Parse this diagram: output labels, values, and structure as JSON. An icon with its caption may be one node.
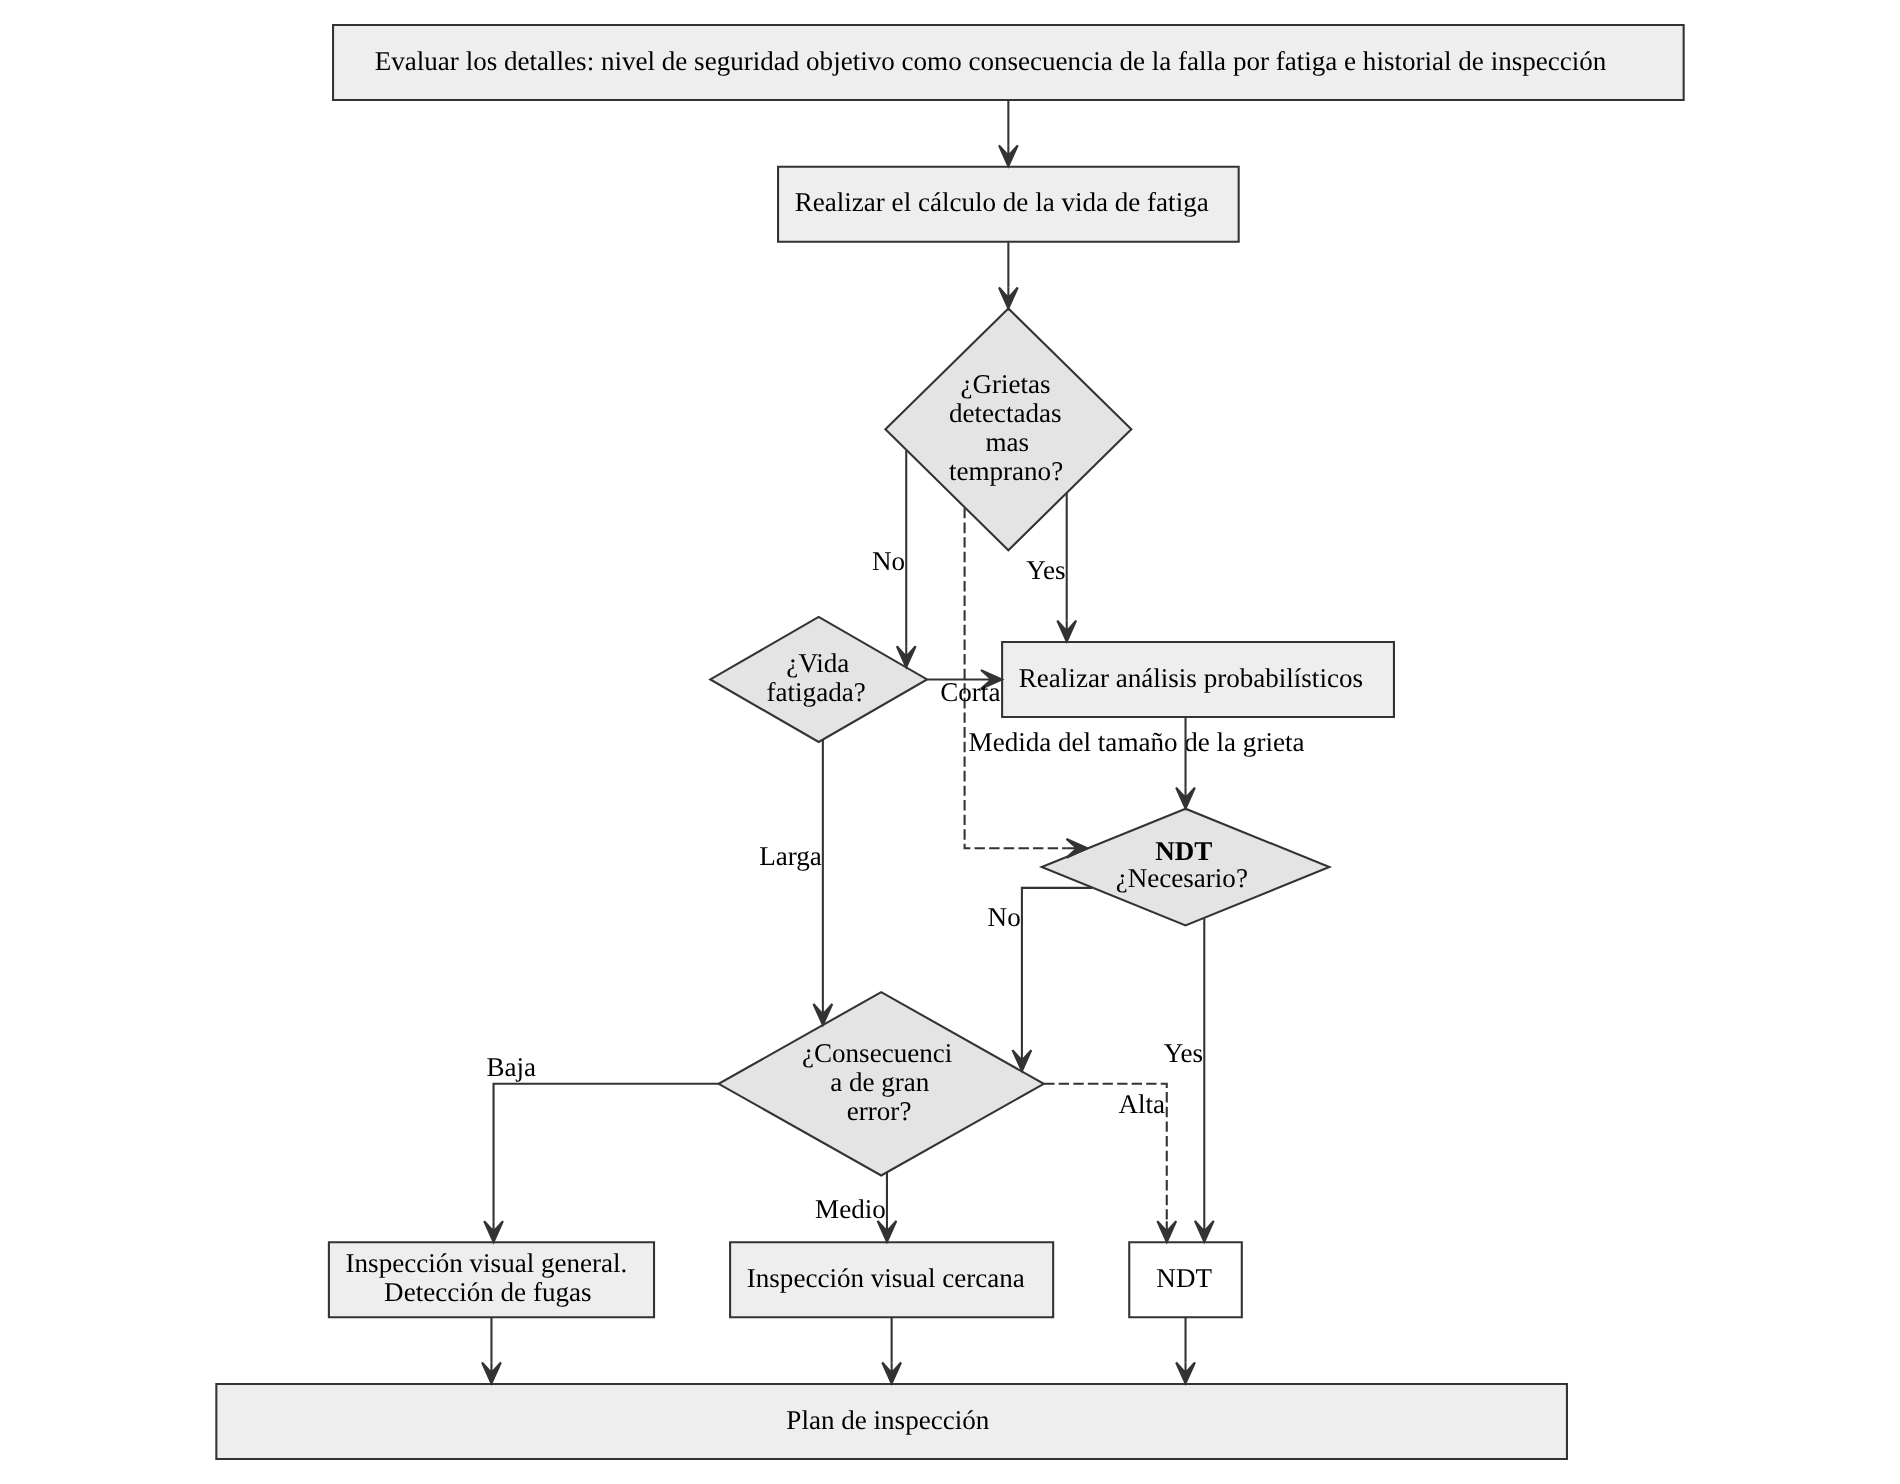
{
  "diagram": {
    "nodes": [
      {
        "text": [
          "Evaluar los detalles: nivel de seguridad objetivo como consecuencia de la falla por fatiga e historial de inspección"
        ]
      },
      {
        "text": [
          "Realizar el cálculo de la vida de fatiga"
        ]
      },
      {
        "text": [
          "¿Grietas detectadas mas temprano?"
        ]
      },
      {
        "text": [
          "¿Vida fatigada?"
        ]
      },
      {
        "text": [
          "Realizar análisis probabilísticos"
        ]
      },
      {
        "text": [
          "NDT",
          "¿Necesario?"
        ]
      },
      {
        "text": [
          "¿Consecuenci a de gran error?"
        ]
      },
      {
        "text": [
          "Inspección visual general. Detección de fugas"
        ]
      },
      {
        "text": [
          "Inspección visual cercana"
        ]
      },
      {
        "text": [
          "NDT"
        ]
      },
      {
        "text": [
          "Plan de inspección"
        ]
      }
    ],
    "edges": [
      {
        "from": 0,
        "to": 1,
        "arrow": "to"
      },
      {
        "from": 1,
        "to": 2,
        "arrow": "to"
      },
      {
        "from": 2,
        "to": 3,
        "arrow": "to",
        "label": "No"
      },
      {
        "from": 2,
        "to": 4,
        "arrow": "to",
        "label": "Yes"
      },
      {
        "from": 2,
        "to": 5,
        "arrow": "to",
        "label": "Medida del tamaño de la grieta",
        "style": "dashed"
      },
      {
        "from": 3,
        "to": 4,
        "arrow": "to",
        "label": "Corta"
      },
      {
        "from": 3,
        "to": 6,
        "arrow": "to",
        "label": "Larga"
      },
      {
        "from": 4,
        "to": 5,
        "arrow": "to"
      },
      {
        "from": 5,
        "to": 6,
        "arrow": "to",
        "label": "No"
      },
      {
        "from": 5,
        "to": 9,
        "arrow": "to",
        "label": "Yes"
      },
      {
        "from": 6,
        "to": 7,
        "arrow": "to",
        "label": "Baja"
      },
      {
        "from": 6,
        "to": 8,
        "arrow": "to",
        "label": "Medio"
      },
      {
        "from": 6,
        "to": 9,
        "arrow": "to",
        "label": "Alta",
        "style": "dashed"
      },
      {
        "from": 7,
        "to": 10,
        "arrow": "to"
      },
      {
        "from": 8,
        "to": 10,
        "arrow": "to"
      },
      {
        "from": 9,
        "to": 10,
        "arrow": "to"
      }
    ]
  }
}
